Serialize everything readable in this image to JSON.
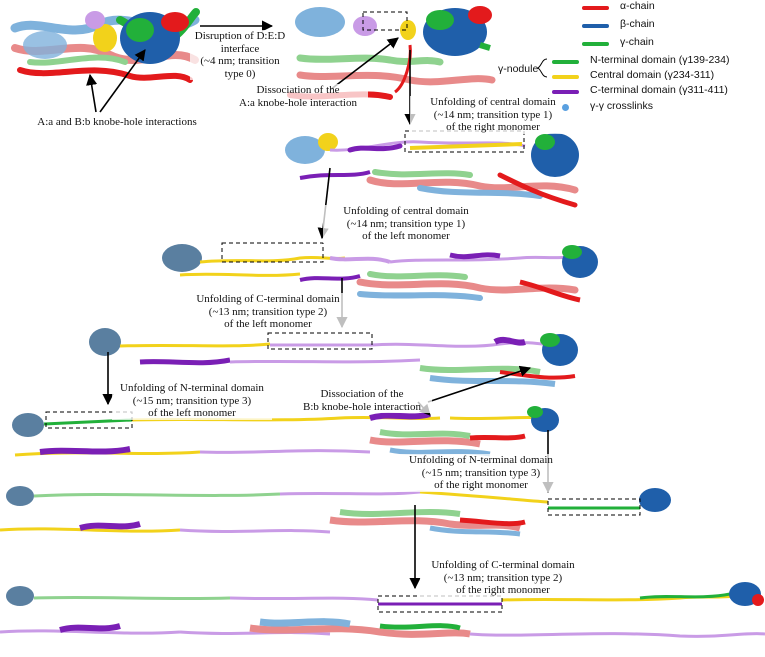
{
  "legend": {
    "alpha": {
      "label": "α-chain",
      "color": "#e31a1c"
    },
    "beta": {
      "label": "β-chain",
      "color": "#1f5faa"
    },
    "gamma": {
      "label": "γ-chain",
      "color": "#22b03a"
    },
    "n_terminal": {
      "label": "N-terminal domain (γ139-234)",
      "color": "#22b03a"
    },
    "central": {
      "label": "Central domain (γ234-311)",
      "color": "#f2d21b"
    },
    "c_terminal": {
      "label": "C-terminal domain (γ311-411)",
      "color": "#7a1fb5"
    },
    "crosslinks": {
      "label": "γ-γ crosslinks",
      "color": "#5aa0e0"
    },
    "nodule_label": "γ-nodule"
  },
  "annotations": {
    "ded_disruption": "Disruption of D:E:D\ninterface\n(~4 nm; transition\ntype 0)",
    "aa_dissociation": "Dissociation of the\nA:a knobe-hole interaction",
    "aa_bb_interactions": "A:a and B:b knobe-hole interactions",
    "central_right": "Unfolding of central domain\n(~14 nm; transition type 1)\nof the right monomer",
    "central_left": "Unfolding of central domain\n(~14 nm; transition type 1)\nof the left monomer",
    "cterm_left": "Unfolding of C-terminal domain\n(~13 nm; transition type 2)\nof the left monomer",
    "nterm_left": "Unfolding of N-terminal domain\n(~15 nm; transition type 3)\nof the left monomer",
    "bb_dissociation": "Dissociation of the\nB:b knobe-hole interaction",
    "nterm_right": "Unfolding of N-terminal domain\n(~15 nm; transition type 3)\nof the right monomer",
    "cterm_right": "Unfolding of C-terminal domain\n(~13 nm; transition type 2)\nof the right monomer"
  },
  "palette": {
    "light_blue": "#7fb2dc",
    "pink": "#e88a8a",
    "light_green": "#8fd28f",
    "lavender": "#c99be6"
  }
}
